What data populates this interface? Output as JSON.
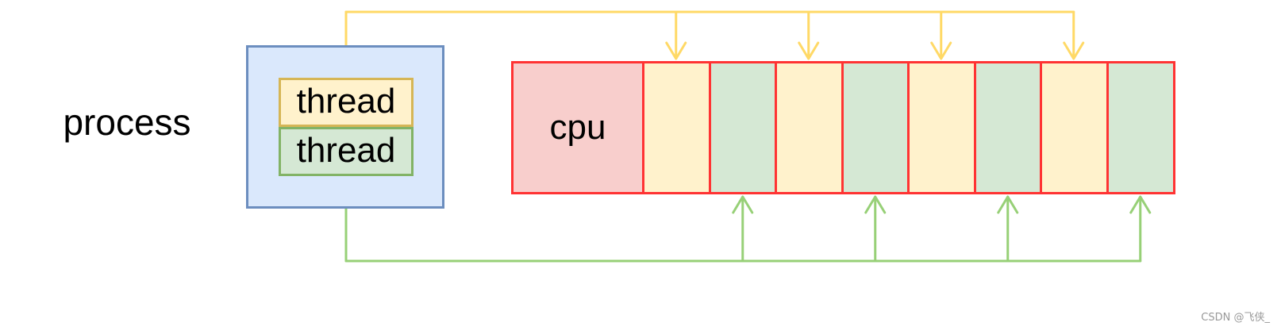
{
  "labels": {
    "process": "process",
    "thread_top": "thread",
    "thread_bottom": "thread",
    "cpu": "cpu"
  },
  "time_slots": [
    "thread-a",
    "thread-b",
    "thread-a",
    "thread-b",
    "thread-a",
    "thread-b",
    "thread-a",
    "thread-b"
  ],
  "colors": {
    "process_fill": "#dae8fc",
    "process_border": "#6c8ebf",
    "thread_a_fill": "#fff2cc",
    "thread_a_border": "#d6b656",
    "thread_b_fill": "#d5e8d4",
    "thread_b_border": "#82b366",
    "cpu_fill": "#f8cecc",
    "cpu_border": "#ff3333",
    "yellow_connector": "#ffd966",
    "green_connector": "#97d077"
  },
  "watermark": "CSDN @飞侠_"
}
